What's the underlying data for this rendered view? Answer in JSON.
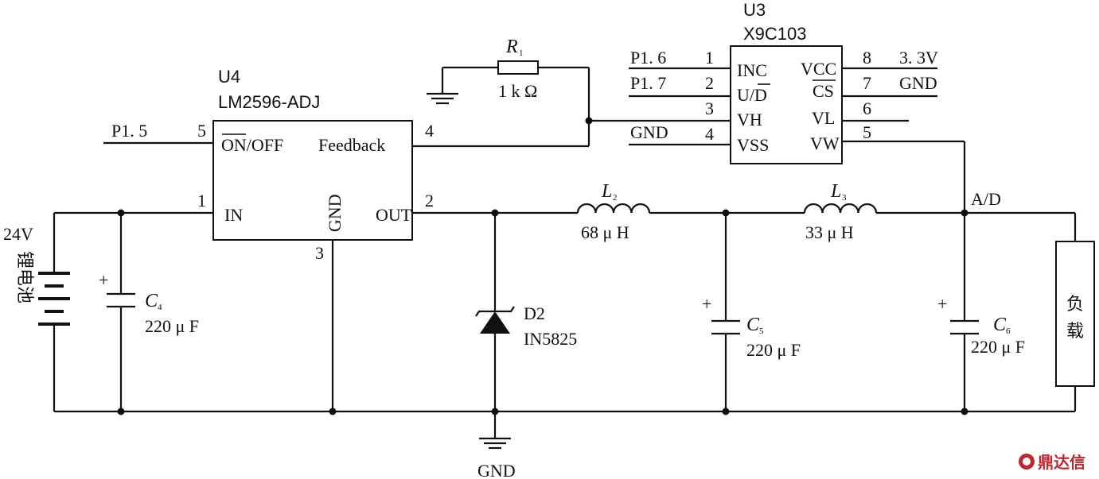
{
  "u4": {
    "ref": "U4",
    "part": "LM2596-ADJ",
    "pins": {
      "on_off": "ON/OFF",
      "on_off_bar": "ON",
      "on_off_rest": "/OFF",
      "feedback": "Feedback",
      "in": "IN",
      "gnd": "GND",
      "out": "OUT"
    },
    "pin_numbers": {
      "p1": "1",
      "p2": "2",
      "p3": "3",
      "p4": "4",
      "p5": "5"
    },
    "net_p15": "P1. 5"
  },
  "u3": {
    "ref": "U3",
    "part": "X9C103",
    "left_pins": [
      "INC",
      "U/D",
      "VH",
      "VSS"
    ],
    "right_pins": [
      "VCC",
      "CS",
      "VL",
      "VW"
    ],
    "left_numbers": [
      "1",
      "2",
      "3",
      "4"
    ],
    "right_numbers": [
      "8",
      "7",
      "6",
      "5"
    ],
    "left_nets": [
      "P1. 6",
      "P1. 7",
      "",
      "GND"
    ],
    "right_nets": [
      "3. 3V",
      "GND",
      "",
      ""
    ],
    "ud_u": "U/",
    "ud_d": "D"
  },
  "r1": {
    "name": "R",
    "sub": "1",
    "value": "1 k Ω"
  },
  "l2": {
    "name": "L",
    "sub": "2",
    "value": "68 μ H"
  },
  "l3": {
    "name": "L",
    "sub": "3",
    "value": "33 μ H"
  },
  "c4": {
    "name": "C",
    "sub": "4",
    "value": "220 μ F",
    "plus": "+"
  },
  "c5": {
    "name": "C",
    "sub": "5",
    "value": "220 μ F",
    "plus": "+"
  },
  "c6": {
    "name": "C",
    "sub": "6",
    "value": "220 μ F",
    "plus": "+"
  },
  "d2": {
    "ref": "D2",
    "part": "IN5825"
  },
  "battery": {
    "voltage": "24V",
    "label": "锂电池"
  },
  "ad_label": "A/D",
  "load_label": "负载",
  "gnd_label": "GND",
  "watermark": "鼎达信"
}
